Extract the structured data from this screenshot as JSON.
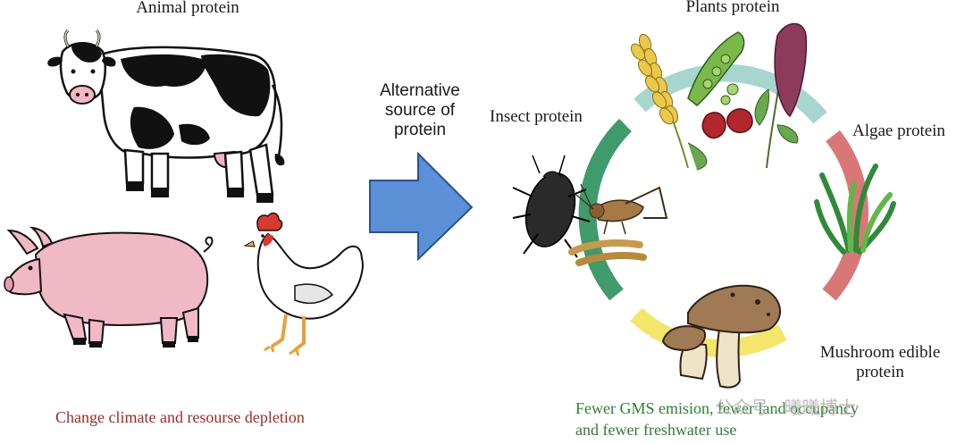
{
  "labels": {
    "animal": "Animal protein",
    "plants": "Plants protein",
    "insect": "Insect protein",
    "algae": "Algae protein",
    "mushroom": "Mushroom edible protein",
    "arrow_caption": "Alternative source of protein"
  },
  "footer": {
    "left": "Change climate and resourse depletion",
    "right": "Fewer GMS emision, fewer land occupancy and fewer freshwater use"
  },
  "watermark": "公众号 · 曦曦博士",
  "colors": {
    "arrow_fill": "#5b8fd6",
    "arrow_stroke": "#2b4f9a",
    "ring_teal": "#a7d6cf",
    "ring_red": "#d97777",
    "ring_yellow": "#f3e66a",
    "ring_green": "#3f9a6c",
    "footer_left": "#a32a22",
    "footer_right": "#2f7d32"
  },
  "icons": [
    "cow-icon",
    "pig-icon",
    "chicken-icon",
    "beetle-icon",
    "cricket-icon",
    "mealworm-icon",
    "wheat-icon",
    "peas-icon",
    "kidney-beans-icon",
    "quinoa-icon",
    "seaweed-icon",
    "mushroom-icon"
  ]
}
